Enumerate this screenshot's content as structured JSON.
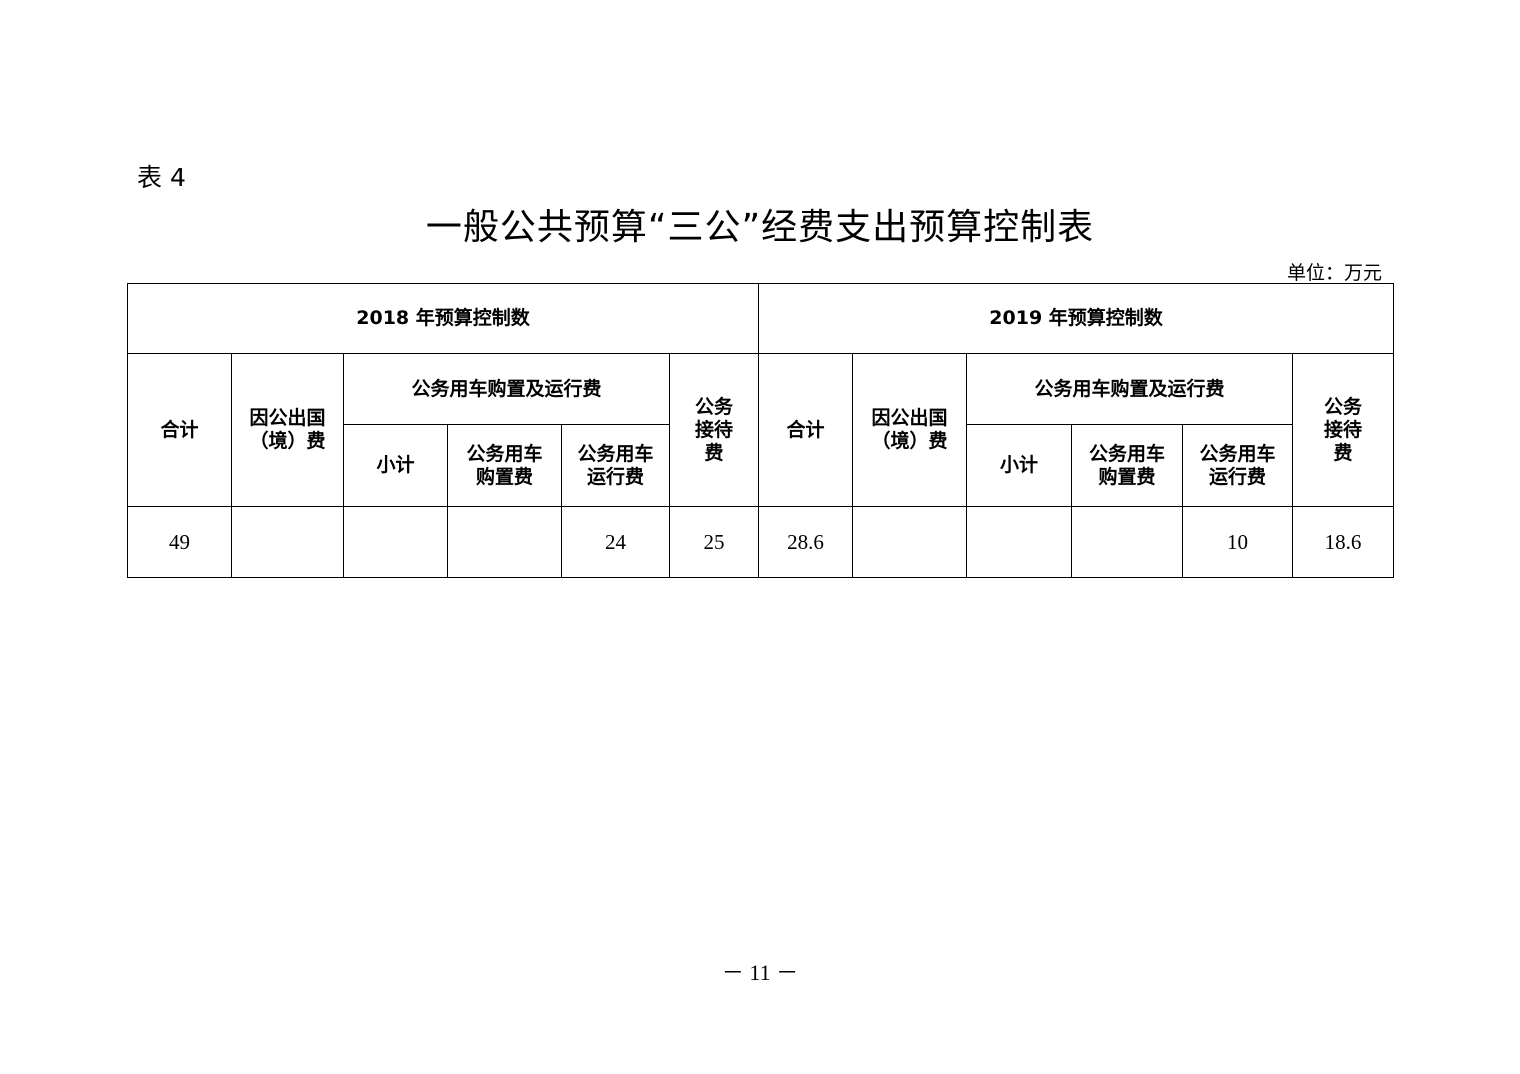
{
  "doc": {
    "table_label": "表 4",
    "title": "一般公共预算“三公”经费支出预算控制表",
    "unit": "单位：万元",
    "page_number": "－ 11 －"
  },
  "table": {
    "groups": [
      "2018 年预算控制数",
      "2019 年预算控制数"
    ],
    "headers": {
      "total": "合计",
      "abroad": "因公出国（境）费",
      "vehicle": "公务用车购置及运行费",
      "subtotal": "小计",
      "vehicle_purchase": "公务用车购置费",
      "vehicle_operation": "公务用车运行费",
      "reception": "公务接待费"
    },
    "rows": [
      [
        "49",
        "",
        "",
        "",
        "24",
        "25",
        "28.6",
        "",
        "",
        "",
        "10",
        "18.6"
      ]
    ]
  }
}
